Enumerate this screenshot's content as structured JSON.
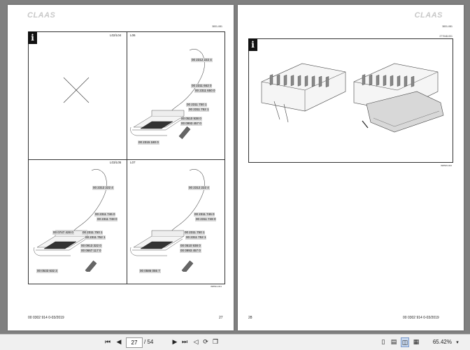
{
  "left_page": {
    "logo": "CLAAS",
    "docref": "3831-081",
    "info_badge": "i",
    "cells": [
      {
        "label": "L02/L04",
        "parts": []
      },
      {
        "label": "L06",
        "parts": [
          "00 2312 222 4",
          "00 2311 662 0",
          "00 2311 650 0",
          "00 2311 750 1",
          "00 2311 752 1",
          "00 0510 938 0",
          "00 0993 457 0",
          "00 2315 180 0"
        ]
      },
      {
        "label": "L03/L05",
        "parts": [
          "00 2312 222 4",
          "00 2311 746 0",
          "00 2311 748 0",
          "00 0747 428 0",
          "00 2311 750 1",
          "00 2311 752 1",
          "00 0913 322 0",
          "00 0667 117 0",
          "00 0533 632 3"
        ]
      },
      {
        "label": "L07",
        "parts": [
          "00 2312 222 4",
          "00 2311 746 0",
          "00 2311 748 0",
          "00 2311 750 1",
          "00 2311 752 1",
          "00 0510 938 0",
          "00 0993 457 0",
          "00 0586 055 7"
        ]
      }
    ],
    "drawing_id": "398544-001",
    "footer_left": "00 0302 914 0-03/2019",
    "footer_right": "27"
  },
  "right_page": {
    "logo": "CLAAS",
    "docref": "3831-081",
    "subref": "277048-001",
    "info_badge": "i",
    "drawing_id": "398545-002",
    "footer_left": "28",
    "footer_right": "00 0302 914 0-03/2019"
  },
  "toolbar": {
    "first_icon": "first-page-icon",
    "prev_icon": "previous-page-icon",
    "current_page": "27",
    "total_pages": "/ 54",
    "next_icon": "next-page-icon",
    "last_icon": "last-page-icon",
    "zoom": "65.42%"
  }
}
